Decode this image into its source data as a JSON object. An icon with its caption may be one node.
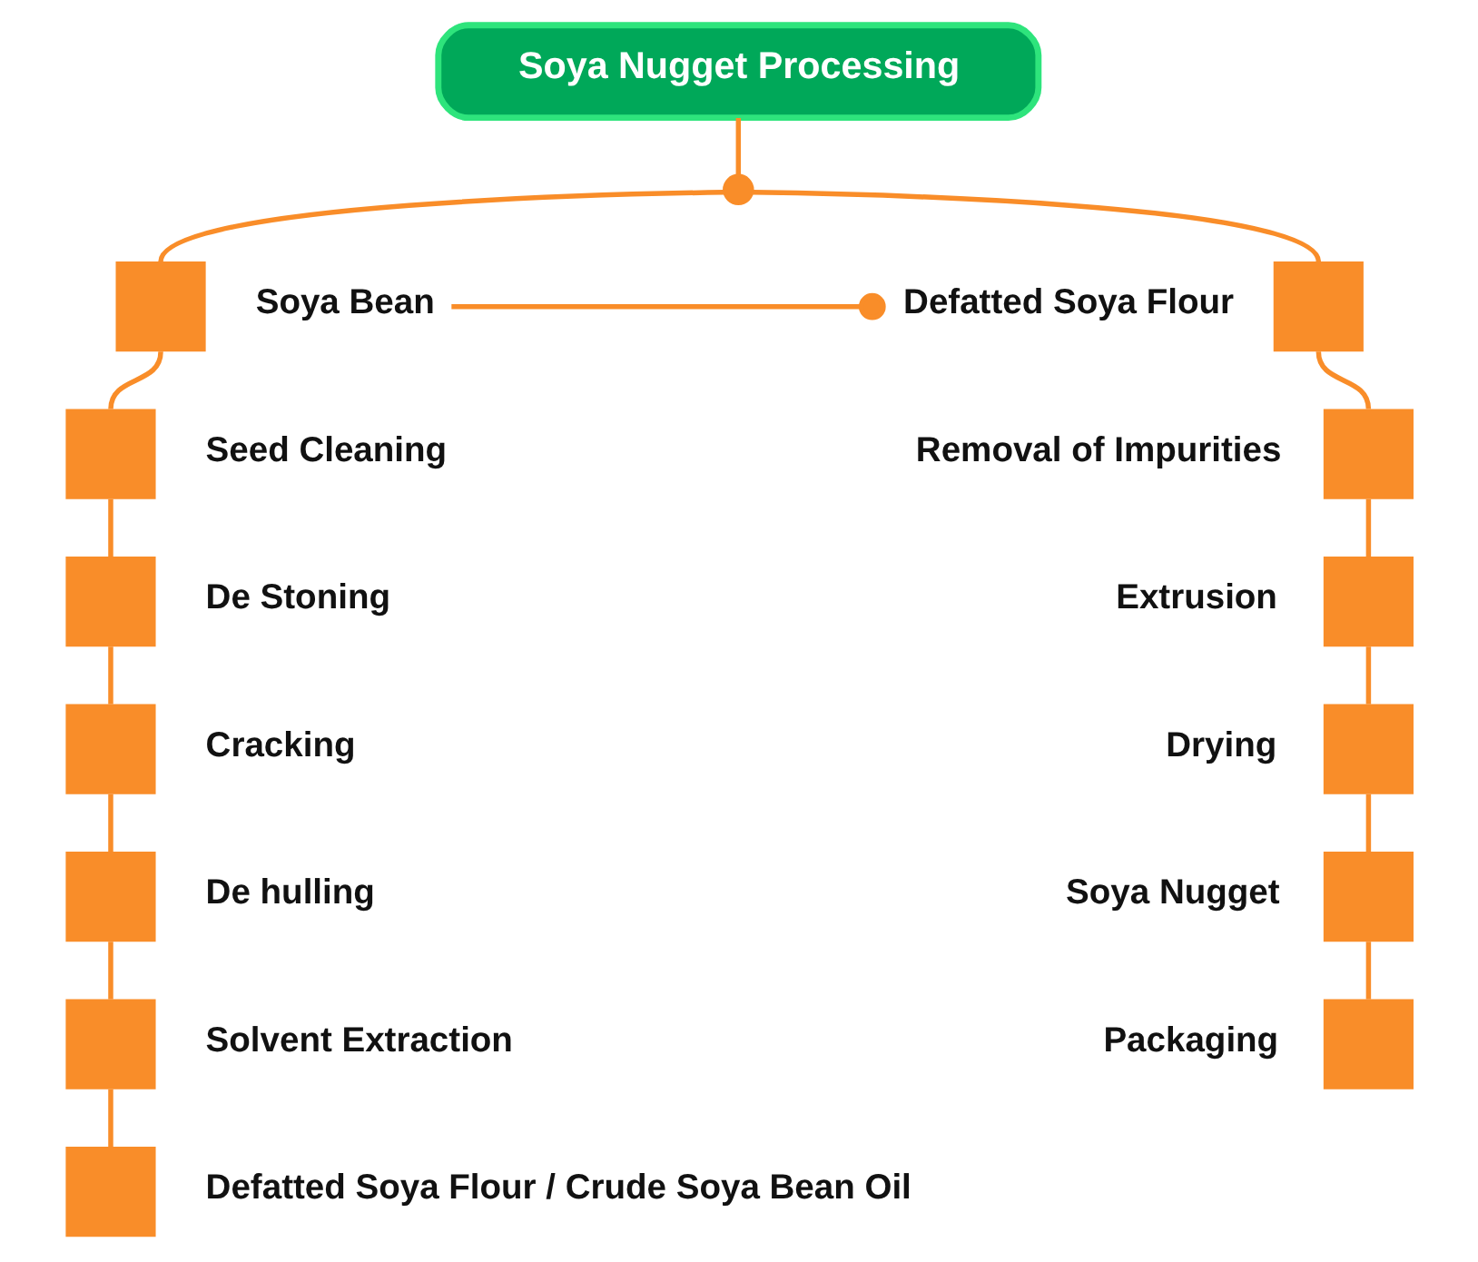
{
  "diagram": {
    "nodes": [
      {
        "text": [
          "Soya Nugget Processing"
        ]
      },
      {
        "text": [],
        "shape": "circle"
      },
      {
        "text": [
          "Soya Bean"
        ]
      },
      {
        "text": [
          "Seed Cleaning"
        ]
      },
      {
        "text": [
          "De Stoning"
        ]
      },
      {
        "text": [
          "Cracking"
        ]
      },
      {
        "text": [
          "De hulling"
        ]
      },
      {
        "text": [
          "Solvent Extraction"
        ]
      },
      {
        "text": [
          "Defatted Soya Flour / Crude Soya Bean Oil"
        ]
      },
      {
        "text": [
          "Defatted Soya Flour"
        ]
      },
      {
        "text": [
          "Removal of Impurities"
        ]
      },
      {
        "text": [
          "Extrusion"
        ]
      },
      {
        "text": [
          "Drying"
        ]
      },
      {
        "text": [
          "Soya Nugget"
        ]
      },
      {
        "text": [
          "Packaging"
        ]
      }
    ],
    "edges": [
      {
        "from": 0,
        "to": 1,
        "arrow": "none"
      },
      {
        "from": 1,
        "to": 2,
        "arrow": "none"
      },
      {
        "from": 1,
        "to": 9,
        "arrow": "none"
      },
      {
        "from": 2,
        "to": 3,
        "arrow": "none"
      },
      {
        "from": 3,
        "to": 4,
        "arrow": "none"
      },
      {
        "from": 4,
        "to": 5,
        "arrow": "none"
      },
      {
        "from": 5,
        "to": 6,
        "arrow": "none"
      },
      {
        "from": 6,
        "to": 7,
        "arrow": "none"
      },
      {
        "from": 7,
        "to": 8,
        "arrow": "none"
      },
      {
        "from": 2,
        "to": 9,
        "arrow": "other"
      },
      {
        "from": 9,
        "to": 10,
        "arrow": "none"
      },
      {
        "from": 10,
        "to": 11,
        "arrow": "none"
      },
      {
        "from": 11,
        "to": 12,
        "arrow": "none"
      },
      {
        "from": 12,
        "to": 13,
        "arrow": "none"
      },
      {
        "from": 13,
        "to": 14,
        "arrow": "none"
      }
    ]
  }
}
